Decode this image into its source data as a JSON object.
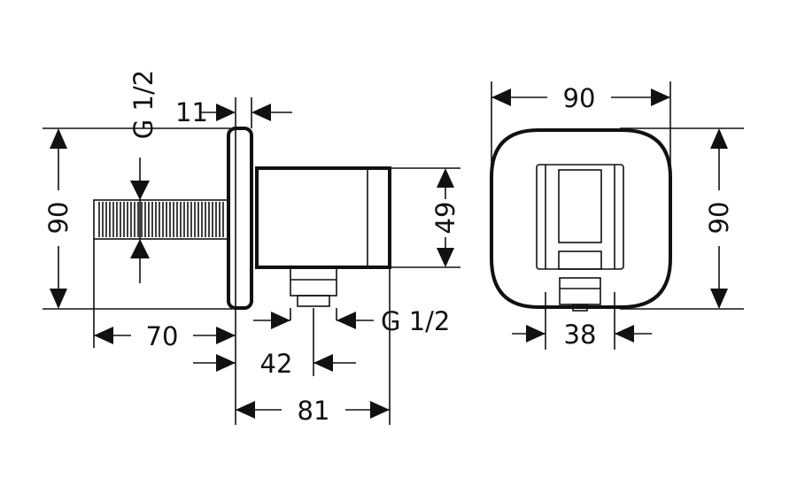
{
  "side_view": {
    "thread_top": "G 1/2",
    "thread_bottom": "G 1/2",
    "dim_11": "11",
    "dim_height_90": "90",
    "dim_49": "49",
    "dim_70": "70",
    "dim_42": "42",
    "dim_81": "81"
  },
  "front_view": {
    "dim_width_90": "90",
    "dim_height_90": "90",
    "dim_38": "38"
  }
}
